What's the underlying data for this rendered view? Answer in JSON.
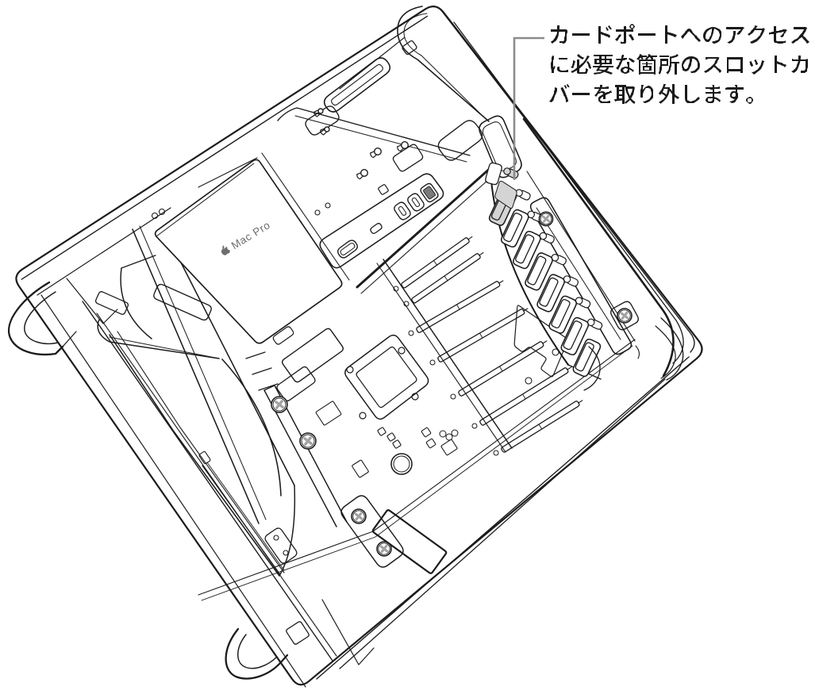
{
  "callout": {
    "lines": [
      "カードポートへのアクセス",
      "に必要な箇所のスロットカ",
      "バーを取り外します。"
    ],
    "text": "カードポートへのアクセスに必要な箇所のスロットカバーを取り外します。"
  },
  "illustration": {
    "device_label": "Mac Pro"
  },
  "colors": {
    "background": "#ffffff",
    "line_art": "#1c1c1c",
    "callout_text": "#1a1a1a",
    "leader_line": "#8c8c8c",
    "highlight_fill": "#d4d4d4"
  }
}
